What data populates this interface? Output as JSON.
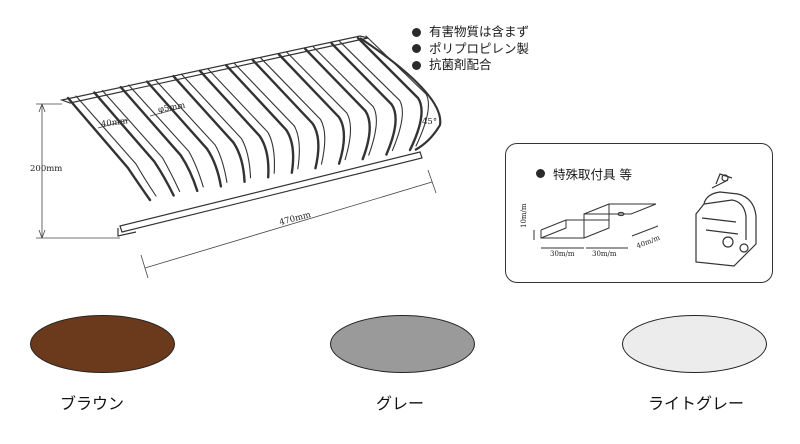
{
  "features": [
    "有害物質は含まず",
    "ポリプロピレン製",
    "抗菌剤配合"
  ],
  "rack": {
    "height_label": "200mm",
    "width_label": "470mm",
    "pitch_label": "40mm",
    "diameter_label": "φ5mm",
    "angle_label": "45°"
  },
  "fittings": {
    "title": "特殊取付具 等",
    "dim_height": "10m/m",
    "dim_a": "30m/m",
    "dim_b": "30m/m",
    "dim_c": "40m/m"
  },
  "colors": [
    {
      "name": "ブラウン",
      "hex": "#6b3a1c"
    },
    {
      "name": "グレー",
      "hex": "#9a9a9a"
    },
    {
      "name": "ライトグレー",
      "hex": "#ececec"
    }
  ],
  "icons": {
    "bullet": "bullet-dot-icon",
    "rack": "rack-drawing-icon",
    "bracket": "bracket-drawing-icon",
    "clip": "clip-drawing-icon"
  }
}
